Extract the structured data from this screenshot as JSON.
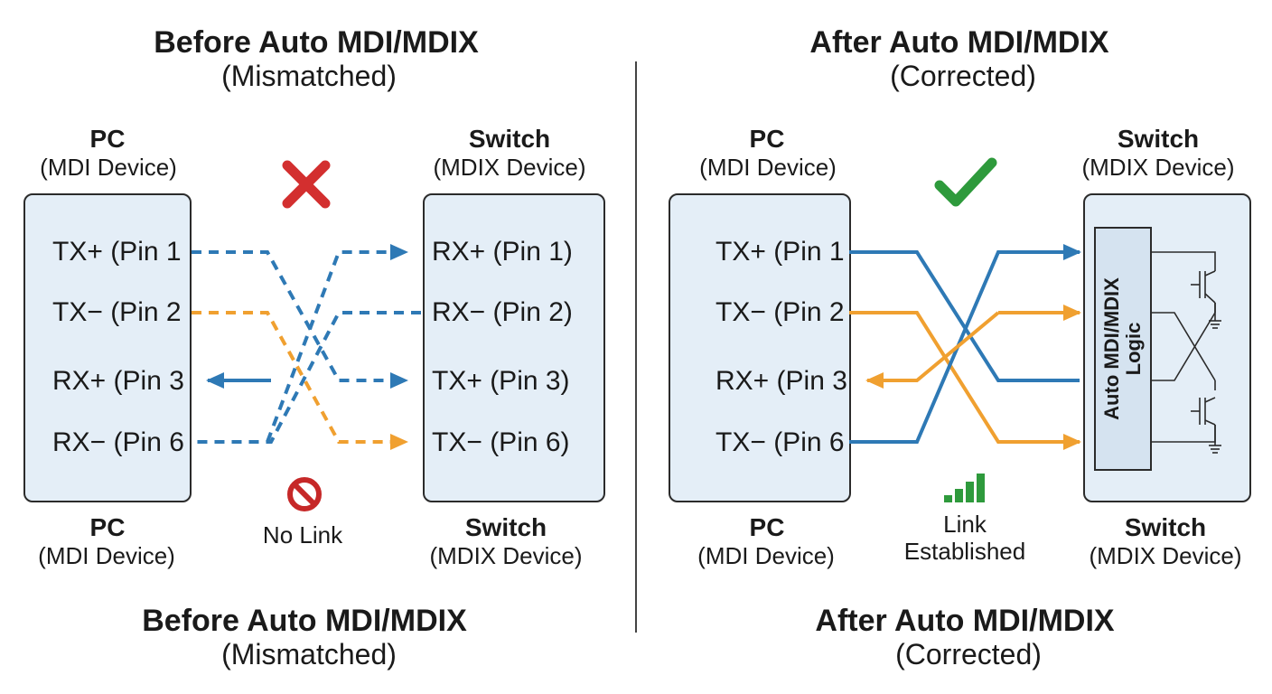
{
  "left_panel": {
    "title": "Before Auto MDI/MDIX",
    "subtitle": "(Mismatched)",
    "footer_title": "Before Auto MDI/MDIX",
    "footer_subtitle": "(Mismatched)",
    "pc": {
      "name": "PC",
      "type": "(MDI Device)"
    },
    "switch": {
      "name": "Switch",
      "type": "(MDIX Device)"
    },
    "pc_pins": [
      "TX+ (Pin 1",
      "TX− (Pin 2",
      "RX+ (Pin 3",
      "RX− (Pin 6"
    ],
    "switch_pins": [
      "RX+ (Pin 1)",
      "RX− (Pin 2)",
      "TX+ (Pin 3)",
      "TX− (Pin 6)"
    ],
    "status_icon": "cross-icon",
    "status_text": "No Link",
    "status_symbol": "no-entry-icon"
  },
  "right_panel": {
    "title": "After Auto MDI/MDIX",
    "subtitle": "(Corrected)",
    "footer_title": "After Auto MDI/MDIX",
    "footer_subtitle": "(Corrected)",
    "pc": {
      "name": "PC",
      "type": "(MDI Device)"
    },
    "switch": {
      "name": "Switch",
      "type": "(MDIX Device)"
    },
    "pc_pins": [
      "TX+ (Pin 1",
      "TX− (Pin 2",
      "RX+ (Pin 3",
      "TX− (Pin 6"
    ],
    "logic_label_line1": "Auto MDI/MDIX",
    "logic_label_line2": "Logic",
    "status_icon": "check-icon",
    "status_line1": "Link",
    "status_line2": "Established",
    "status_symbol": "signal-bars-icon"
  },
  "colors": {
    "blue": "#2e79b5",
    "orange": "#f0a030",
    "fail_red": "#d32f2f",
    "ok_green": "#2e9a3c",
    "box_fill": "#e4eef7"
  }
}
